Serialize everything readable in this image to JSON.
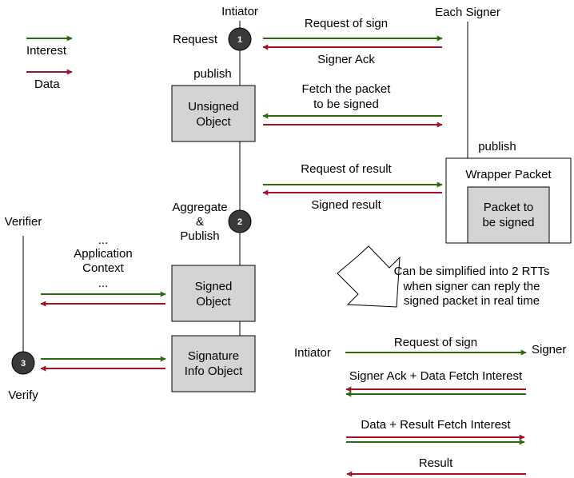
{
  "colors": {
    "interest": "#2e6b0e",
    "data": "#a3122c",
    "box_fill": "#d4d4d4",
    "box_stroke": "#000000",
    "line": "#000000",
    "step_circle": "#3a3a3a"
  },
  "legend": {
    "interest_label": "Interest",
    "data_label": "Data"
  },
  "roles": {
    "initiator": "Intiator",
    "each_signer": "Each Signer",
    "verifier": "Verifier"
  },
  "steps": [
    {
      "number": "1",
      "label": "Request"
    },
    {
      "number": "2",
      "label_lines": [
        "Aggregate",
        "&",
        "Publish"
      ]
    },
    {
      "number": "3",
      "label": "Verify"
    }
  ],
  "labels": {
    "publish_initiator": "publish",
    "publish_signer": "publish"
  },
  "boxes": {
    "unsigned_object": [
      "Unsigned",
      "Object"
    ],
    "signed_object": [
      "Signed",
      "Object"
    ],
    "signature_info_object": [
      "Signature",
      "Info Object"
    ],
    "wrapper_packet": "Wrapper Packet",
    "packet_to_be_signed": [
      "Packet to",
      "be signed"
    ]
  },
  "exchanges": {
    "request_of_sign": "Request of sign",
    "signer_ack": "Signer Ack",
    "fetch_packet": [
      "Fetch the packet",
      "to be signed"
    ],
    "request_of_result": "Request of result",
    "signed_result": "Signed result",
    "application_context": [
      "...",
      "Application",
      "Context",
      "..."
    ]
  },
  "simplified": {
    "note": [
      "Can be simplified into 2 RTTs",
      "when signer can reply the",
      "signed packet in real time"
    ],
    "initiator": "Intiator",
    "signer": "Signer",
    "request_of_sign": "Request of sign",
    "ack_and_fetch": "Signer Ack + Data Fetch Interest",
    "data_and_result_fetch": "Data + Result Fetch Interest",
    "result": "Result"
  }
}
